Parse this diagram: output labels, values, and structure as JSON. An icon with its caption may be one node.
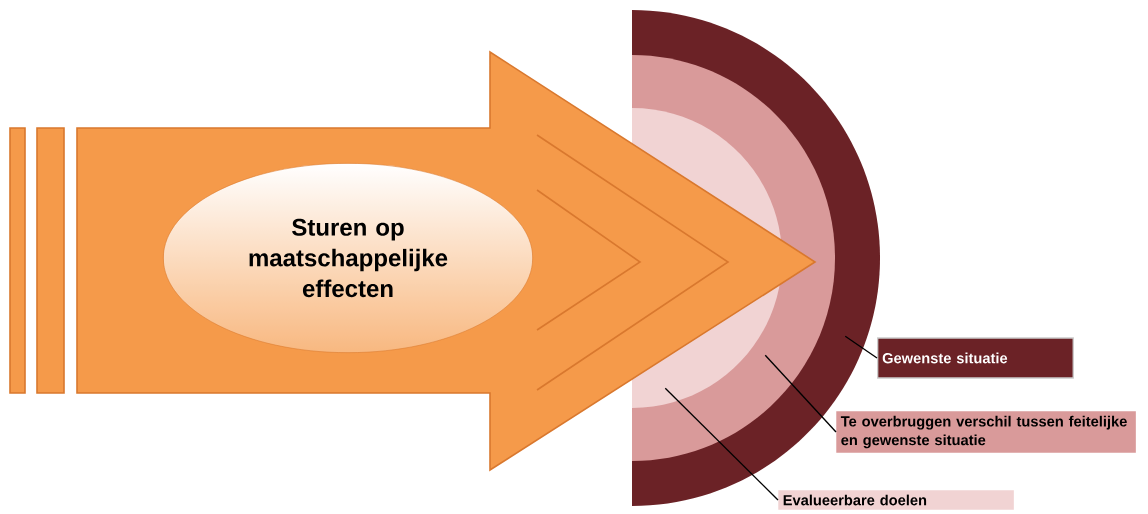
{
  "diagram": {
    "nodes": [
      {
        "text": [
          "Sturen op maatschappelijke effecten"
        ]
      },
      {
        "text": [],
        "shape": "arc"
      },
      {
        "text": [],
        "shape": "arc",
        "in": 1
      },
      {
        "text": [],
        "shape": "arc",
        "in": 2
      },
      {
        "text": [
          "Gewenste situatie"
        ]
      },
      {
        "text": [
          "Te overbruggen verschil tussen feitelijke en gewenste situatie"
        ]
      },
      {
        "text": [
          "Evalueerbare doelen"
        ]
      }
    ],
    "edges": [
      {
        "from": 4,
        "to": 1,
        "arrow": "none"
      },
      {
        "from": 5,
        "to": 2,
        "arrow": "none"
      },
      {
        "from": 6,
        "to": 3,
        "arrow": "none"
      },
      {
        "from": 0,
        "to": 1,
        "arrow": "to",
        "color": "#f59a4a"
      }
    ]
  }
}
